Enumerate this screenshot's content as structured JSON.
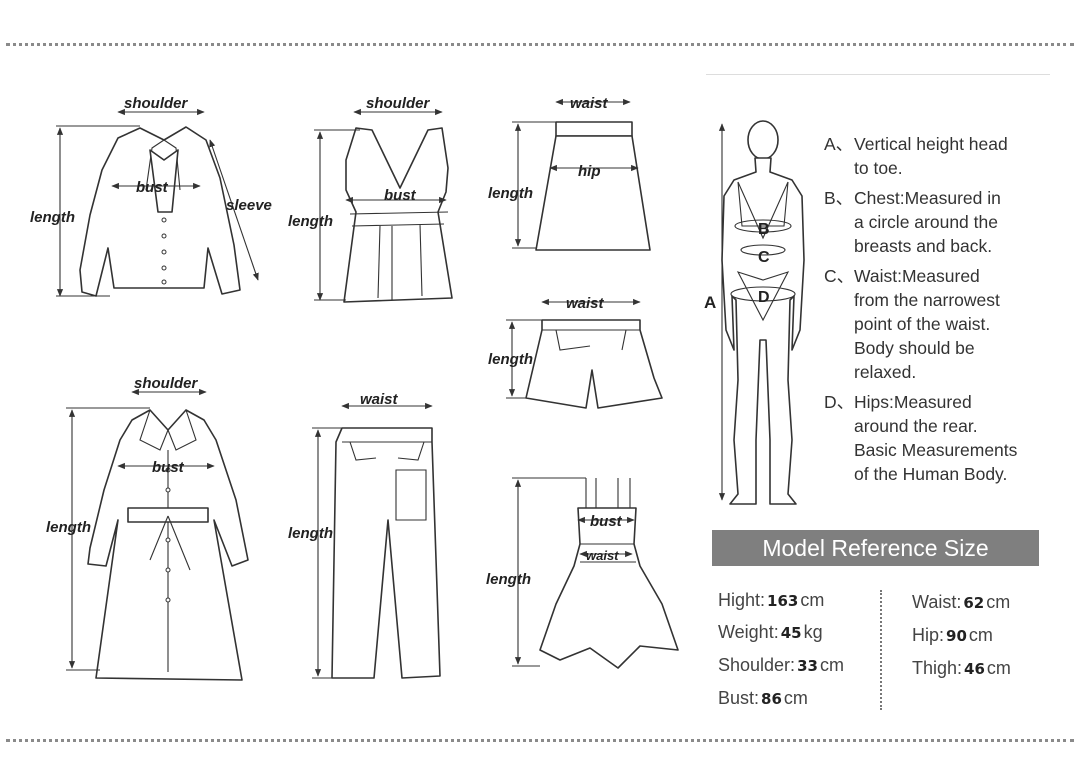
{
  "garments": {
    "shirt": {
      "shoulder": "shoulder",
      "bust": "bust",
      "sleeve": "sleeve",
      "length": "length"
    },
    "vest": {
      "shoulder": "shoulder",
      "bust": "bust",
      "length": "length"
    },
    "skirt": {
      "waist": "waist",
      "hip": "hip",
      "length": "length"
    },
    "shorts": {
      "waist": "waist",
      "length": "length"
    },
    "coat": {
      "shoulder": "shoulder",
      "bust": "bust",
      "length": "length"
    },
    "pants": {
      "waist": "waist",
      "length": "length"
    },
    "dress": {
      "bust": "bust",
      "waist": "waist",
      "length": "length"
    }
  },
  "body": {
    "a": "A",
    "b": "B",
    "c": "C",
    "d": "D"
  },
  "descriptions": [
    {
      "key": "A、",
      "lines": [
        "Vertical height head",
        "to toe."
      ]
    },
    {
      "key": "B、",
      "lines": [
        "Chest:Measured in",
        "a circle around the",
        "breasts and back."
      ]
    },
    {
      "key": "C、",
      "lines": [
        "Waist:Measured",
        "from the narrowest",
        "point of the waist.",
        "Body should be",
        "relaxed."
      ]
    },
    {
      "key": "D、",
      "lines": [
        "Hips:Measured",
        "around the rear.",
        "Basic Measurements",
        "of the Human Body."
      ]
    }
  ],
  "model": {
    "title": "Model Reference Size",
    "left": [
      {
        "label": "Hight:",
        "value": "163",
        "unit": "cm"
      },
      {
        "label": "Weight:",
        "value": "45",
        "unit": "kg"
      },
      {
        "label": "Shoulder:",
        "value": "33",
        "unit": "cm"
      },
      {
        "label": "Bust:",
        "value": "86",
        "unit": "cm"
      }
    ],
    "right": [
      {
        "label": "Waist:",
        "value": "62",
        "unit": "cm"
      },
      {
        "label": "Hip:",
        "value": "90",
        "unit": "cm"
      },
      {
        "label": "Thigh:",
        "value": "46",
        "unit": "cm"
      }
    ]
  }
}
